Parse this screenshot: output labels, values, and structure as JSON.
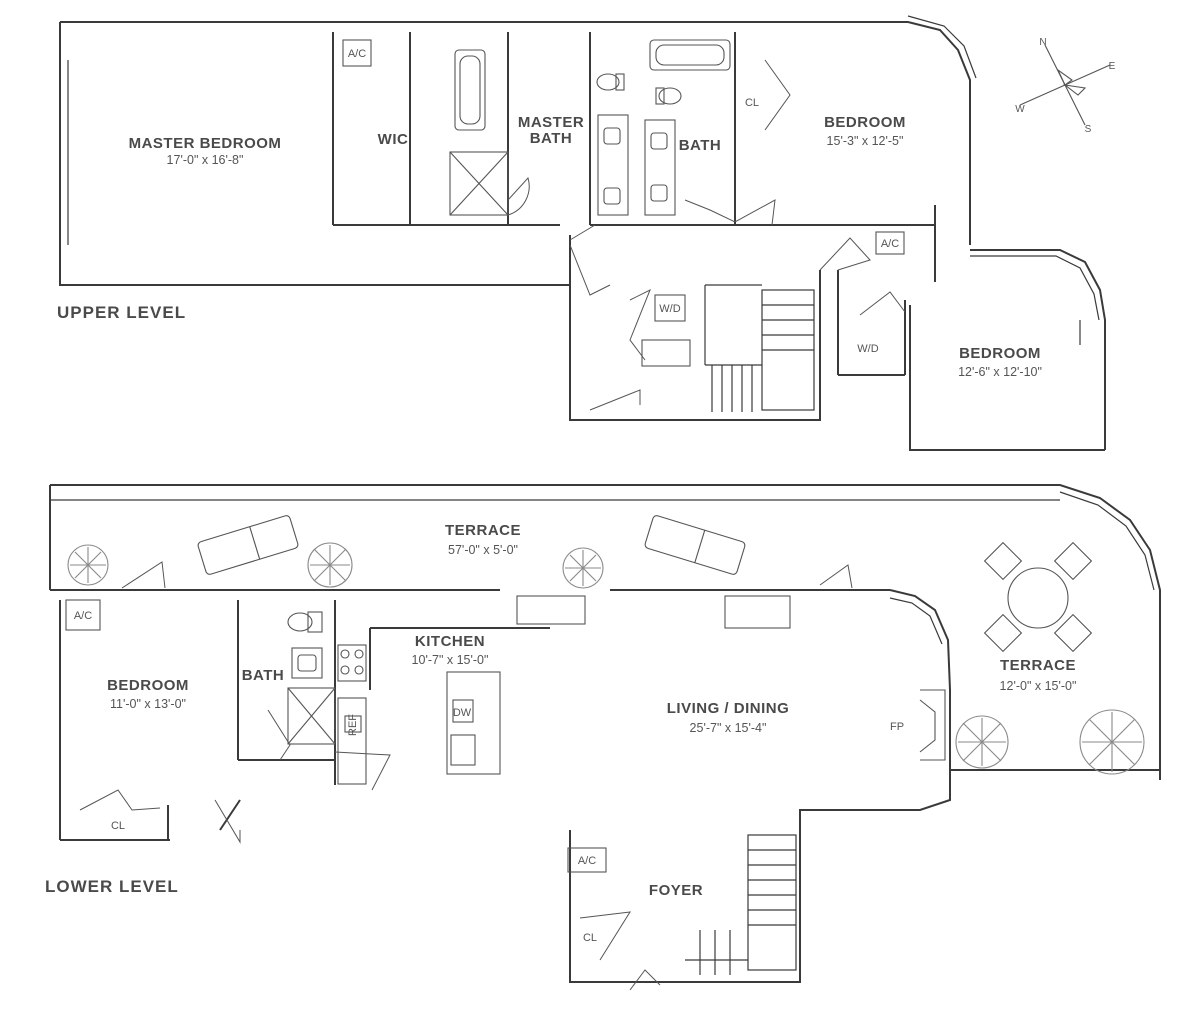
{
  "levels": {
    "upper": "UPPER LEVEL",
    "lower": "LOWER LEVEL"
  },
  "compass": {
    "n": "N",
    "e": "E",
    "s": "S",
    "w": "W"
  },
  "upper_rooms": {
    "master_bedroom": {
      "name": "MASTER BEDROOM",
      "dim": "17'-0\" x 16'-8\""
    },
    "wic": {
      "name": "WIC"
    },
    "master_bath": {
      "name": "MASTER\nBATH",
      "line1": "MASTER",
      "line2": "BATH"
    },
    "bath": {
      "name": "BATH"
    },
    "bedroom_2": {
      "name": "BEDROOM",
      "dim": "15'-3\" x 12'-5\""
    },
    "closet": {
      "name": "CL"
    },
    "wic_2": {
      "name": "W/D"
    },
    "bedroom_3": {
      "name": "BEDROOM",
      "dim": "12'-6\" x 12'-10\""
    }
  },
  "lower_rooms": {
    "terrace_long": {
      "name": "TERRACE",
      "dim": "57'-0\" x 5'-0\""
    },
    "bedroom": {
      "name": "BEDROOM",
      "dim": "11'-0\" x 13'-0\""
    },
    "bath": {
      "name": "BATH"
    },
    "kitchen": {
      "name": "KITCHEN",
      "dim": "10'-7\" x 15'-0\""
    },
    "living_dining": {
      "name": "LIVING / DINING",
      "dim": "25'-7\" x 15'-4\""
    },
    "fp": {
      "name": "FP"
    },
    "terrace_corner": {
      "name": "TERRACE",
      "dim": "12'-0\" x 15'-0\""
    },
    "foyer": {
      "name": "FOYER"
    },
    "cl": {
      "name": "CL"
    },
    "cl2": {
      "name": "CL"
    }
  },
  "equipment_labels": {
    "ac": "A/C",
    "wd": "W/D",
    "ref": "REF",
    "dw": "DW"
  }
}
